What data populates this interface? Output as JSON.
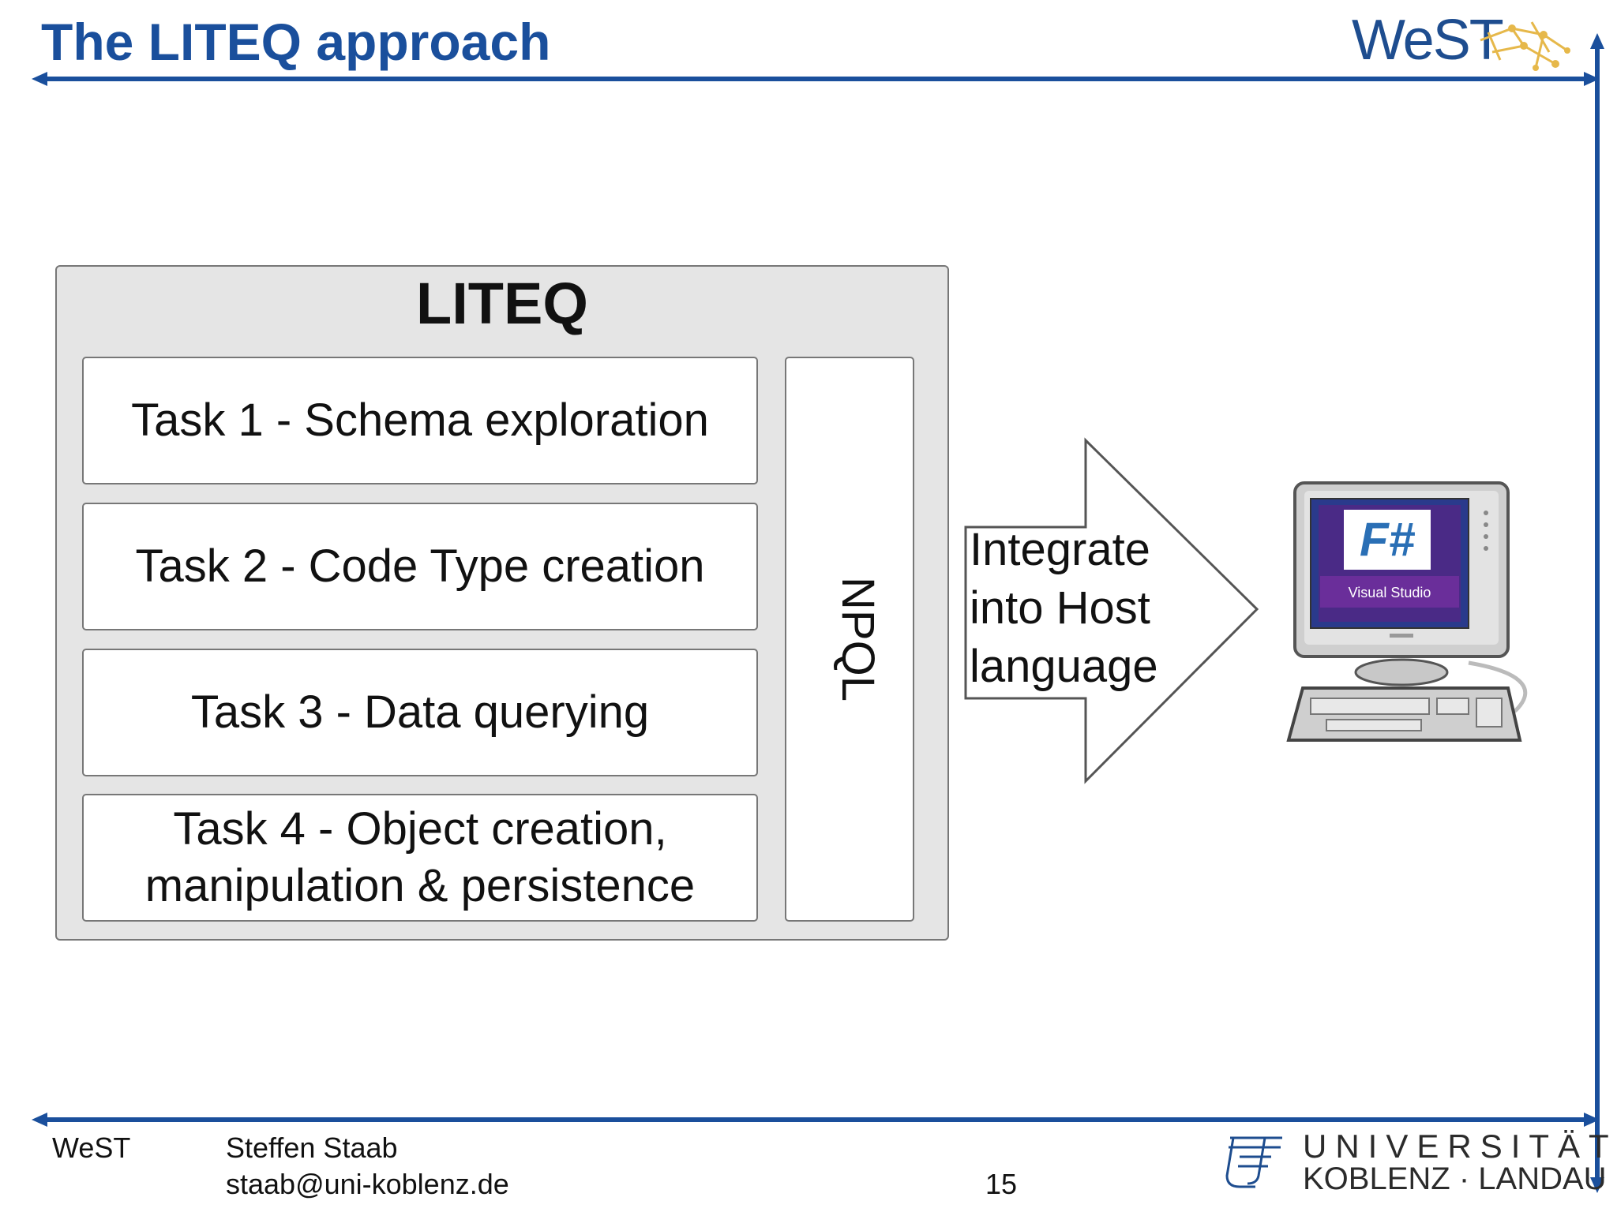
{
  "slide": {
    "title": "The LITEQ approach"
  },
  "header": {
    "logo_text": "WeST"
  },
  "diagram": {
    "container_title": "LITEQ",
    "tasks": [
      "Task 1 - Schema exploration",
      "Task 2 - Code Type creation",
      "Task 3 - Data querying",
      "Task 4 - Object creation,\nmanipulation & persistence"
    ],
    "side_label": "NPQL",
    "arrow_lines": [
      "Integrate",
      "into Host",
      "language"
    ],
    "screen_logo": "F#",
    "screen_brand": "Visual Studio"
  },
  "footer": {
    "group": "WeST",
    "author": "Steffen Staab",
    "email": "staab@uni-koblenz.de",
    "page_number": "15",
    "university_line1": "UNIVERSITÄT",
    "university_line2": "KOBLENZ · LANDAU"
  },
  "colors": {
    "accent": "#1a4f9c",
    "box_fill": "#e5e5e5"
  }
}
